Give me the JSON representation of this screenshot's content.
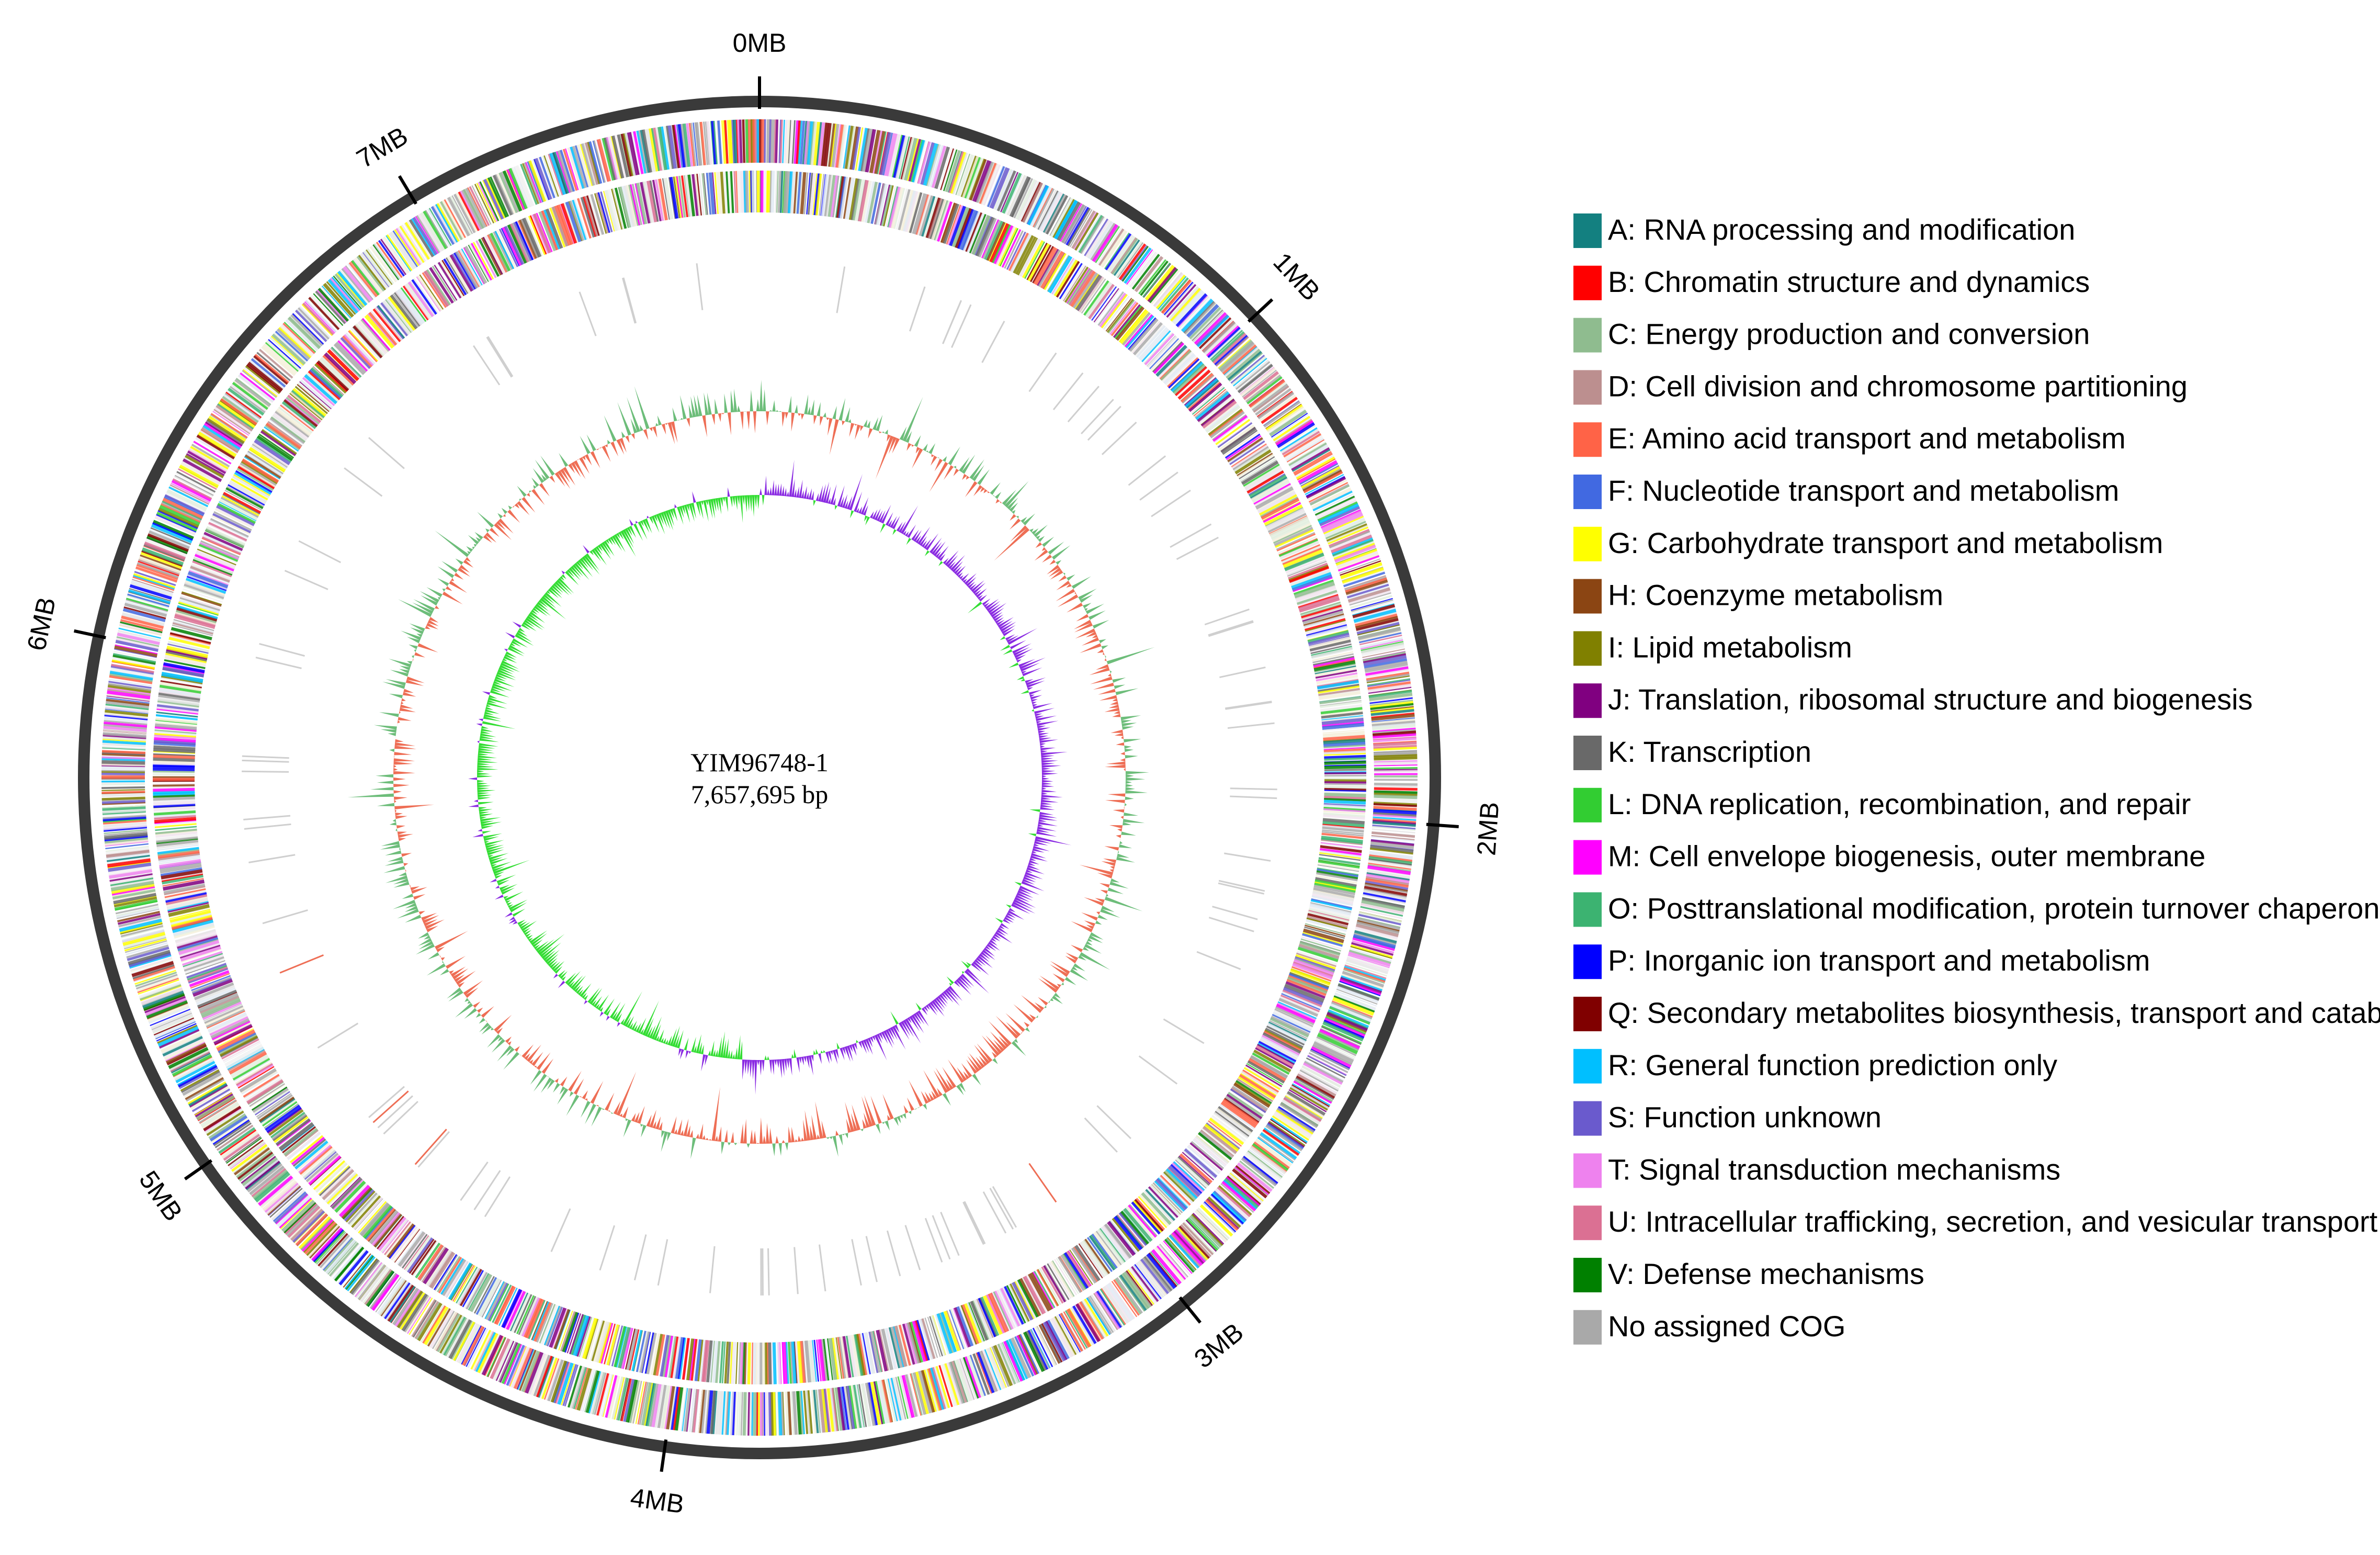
{
  "center": {
    "name": "YIM96748-1",
    "size": "7,657,695 bp"
  },
  "genome_length_bp": 7657695,
  "ticks": [
    {
      "label": "0MB",
      "mb": 0
    },
    {
      "label": "1MB",
      "mb": 1
    },
    {
      "label": "2MB",
      "mb": 2
    },
    {
      "label": "3MB",
      "mb": 3
    },
    {
      "label": "4MB",
      "mb": 4
    },
    {
      "label": "5MB",
      "mb": 5
    },
    {
      "label": "6MB",
      "mb": 6
    },
    {
      "label": "7MB",
      "mb": 7
    }
  ],
  "gc_colors": {
    "above_average": "#6dbd7a",
    "below_average": "#ee6e55"
  },
  "skew_colors": {
    "positive": "#8a2be2",
    "negative": "#33dd33"
  },
  "legend": [
    {
      "code": "A",
      "label": "A: RNA processing and modification",
      "color": "#138080"
    },
    {
      "code": "B",
      "label": "B: Chromatin structure and dynamics",
      "color": "#ff0000"
    },
    {
      "code": "C",
      "label": "C: Energy production and conversion",
      "color": "#8fbc8f"
    },
    {
      "code": "D",
      "label": "D: Cell division and chromosome partitioning",
      "color": "#bc8f8f"
    },
    {
      "code": "E",
      "label": "E: Amino acid transport and metabolism",
      "color": "#ff6347"
    },
    {
      "code": "F",
      "label": "F: Nucleotide transport and metabolism",
      "color": "#4169e1"
    },
    {
      "code": "G",
      "label": "G: Carbohydrate transport and metabolism",
      "color": "#ffff00"
    },
    {
      "code": "H",
      "label": "H: Coenzyme metabolism",
      "color": "#8b4513"
    },
    {
      "code": "I",
      "label": "I: Lipid metabolism",
      "color": "#808000"
    },
    {
      "code": "J",
      "label": "J: Translation, ribosomal structure and biogenesis",
      "color": "#800080"
    },
    {
      "code": "K",
      "label": "K: Transcription",
      "color": "#696969"
    },
    {
      "code": "L",
      "label": "L: DNA replication, recombination, and repair",
      "color": "#32cd32"
    },
    {
      "code": "M",
      "label": "M: Cell envelope biogenesis, outer membrane",
      "color": "#ff00ff"
    },
    {
      "code": "O",
      "label": "O: Posttranslational modification, protein turnover chaperones",
      "color": "#3cb371"
    },
    {
      "code": "P",
      "label": "P: Inorganic ion transport and metabolism",
      "color": "#0000ff"
    },
    {
      "code": "Q",
      "label": "Q: Secondary metabolites biosynthesis, transport and catabolism",
      "color": "#800000"
    },
    {
      "code": "R",
      "label": "R: General function prediction only",
      "color": "#00bfff"
    },
    {
      "code": "S",
      "label": "S: Function unknown",
      "color": "#6a5acd"
    },
    {
      "code": "T",
      "label": "T: Signal transduction mechanisms",
      "color": "#ee82ee"
    },
    {
      "code": "U",
      "label": "U: Intracellular trafficking, secretion, and vesicular transport",
      "color": "#db7093"
    },
    {
      "code": "V",
      "label": "V: Defense mechanisms",
      "color": "#008000"
    },
    {
      "code": "none",
      "label": "No assigned COG",
      "color": "#a9a9a9"
    }
  ]
}
